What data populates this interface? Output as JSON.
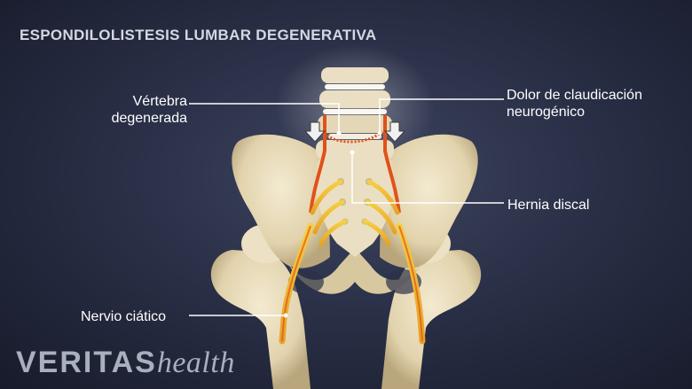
{
  "title": "ESPONDILOLISTESIS LUMBAR DEGENERATIVA",
  "labels": {
    "vertebra": [
      "Vértebra",
      "degenerada"
    ],
    "dolor": [
      "Dolor de claudicación",
      "neurogénico"
    ],
    "hernia": "Hernia discal",
    "nervio": "Nervio ciático"
  },
  "brand": {
    "main": "VERITAS",
    "sub": "health"
  },
  "icons": [
    "down-arrow-icon",
    "down-arrow-icon"
  ],
  "colors": {
    "background": "#2a3047",
    "bone": "#e8ddc0",
    "nerve": "#f2c63a",
    "inflammation": "#e0521a",
    "leader": "#ffffff"
  }
}
